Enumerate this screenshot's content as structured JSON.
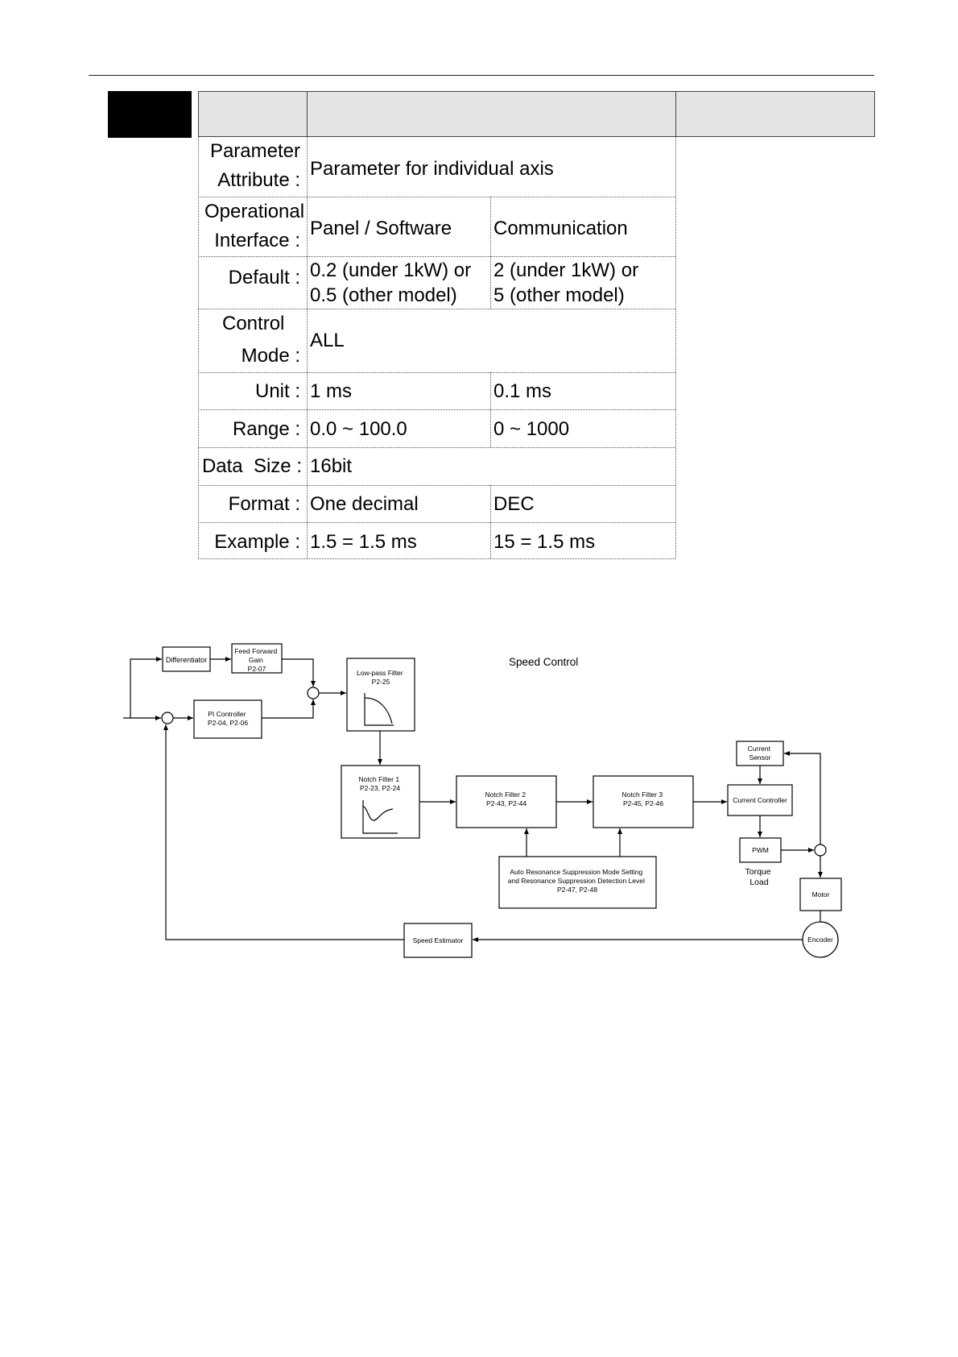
{
  "table": {
    "rows": [
      {
        "label": [
          "Parameter",
          "Attribute :"
        ],
        "value": "Parameter for individual axis"
      },
      {
        "label": [
          "Operational",
          "Interface :"
        ],
        "col1": "Panel / Software",
        "col2": "Communication"
      },
      {
        "label": [
          "Default :"
        ],
        "col1": [
          "0.2 (under 1kW) or",
          "0.5 (other model)"
        ],
        "col2": [
          "2 (under 1kW) or",
          "5 (other model)"
        ]
      },
      {
        "label": [
          "Control",
          "Mode :"
        ],
        "value": "ALL"
      },
      {
        "label": [
          "Unit :"
        ],
        "col1": "1 ms",
        "col2": "0.1 ms"
      },
      {
        "label": [
          "Range :"
        ],
        "col1": "0.0 ~ 100.0",
        "col2": "0 ~ 1000"
      },
      {
        "label": [
          "Data  Size :"
        ],
        "value": "16bit"
      },
      {
        "label": [
          "Format :"
        ],
        "col1": "One decimal",
        "col2": "DEC"
      },
      {
        "label": [
          "Example :"
        ],
        "col1": "1.5 = 1.5 ms",
        "col2": "15 = 1.5 ms"
      }
    ]
  },
  "diagram": {
    "title": "Speed Control",
    "differentiator": "Differentiator",
    "feed_forward": [
      "Feed Forward",
      "Gain",
      "P2-07"
    ],
    "pi_controller": [
      "PI Controller",
      "P2-04, P2-06"
    ],
    "low_pass": [
      "Low-pass Filter",
      "P2-25"
    ],
    "notch1": [
      "Notch Filter 1",
      "P2-23, P2-24"
    ],
    "notch2": [
      "Notch Filter 2",
      "P2-43, P2-44"
    ],
    "notch3": [
      "Notch Filter 3",
      "P2-45, P2-46"
    ],
    "auto_resonance": [
      "Auto Resonance Suppression Mode Setting",
      "and Resonance Suppression Detection Level",
      "P2-47, P2-48"
    ],
    "current_sensor": [
      "Current",
      "Sensor"
    ],
    "current_controller": "Current Controller",
    "pwm": "PWM",
    "torque_load": [
      "Torque",
      "Load"
    ],
    "motor": "Motor",
    "encoder": "Encoder",
    "speed_estimator": "Speed Estimator"
  }
}
